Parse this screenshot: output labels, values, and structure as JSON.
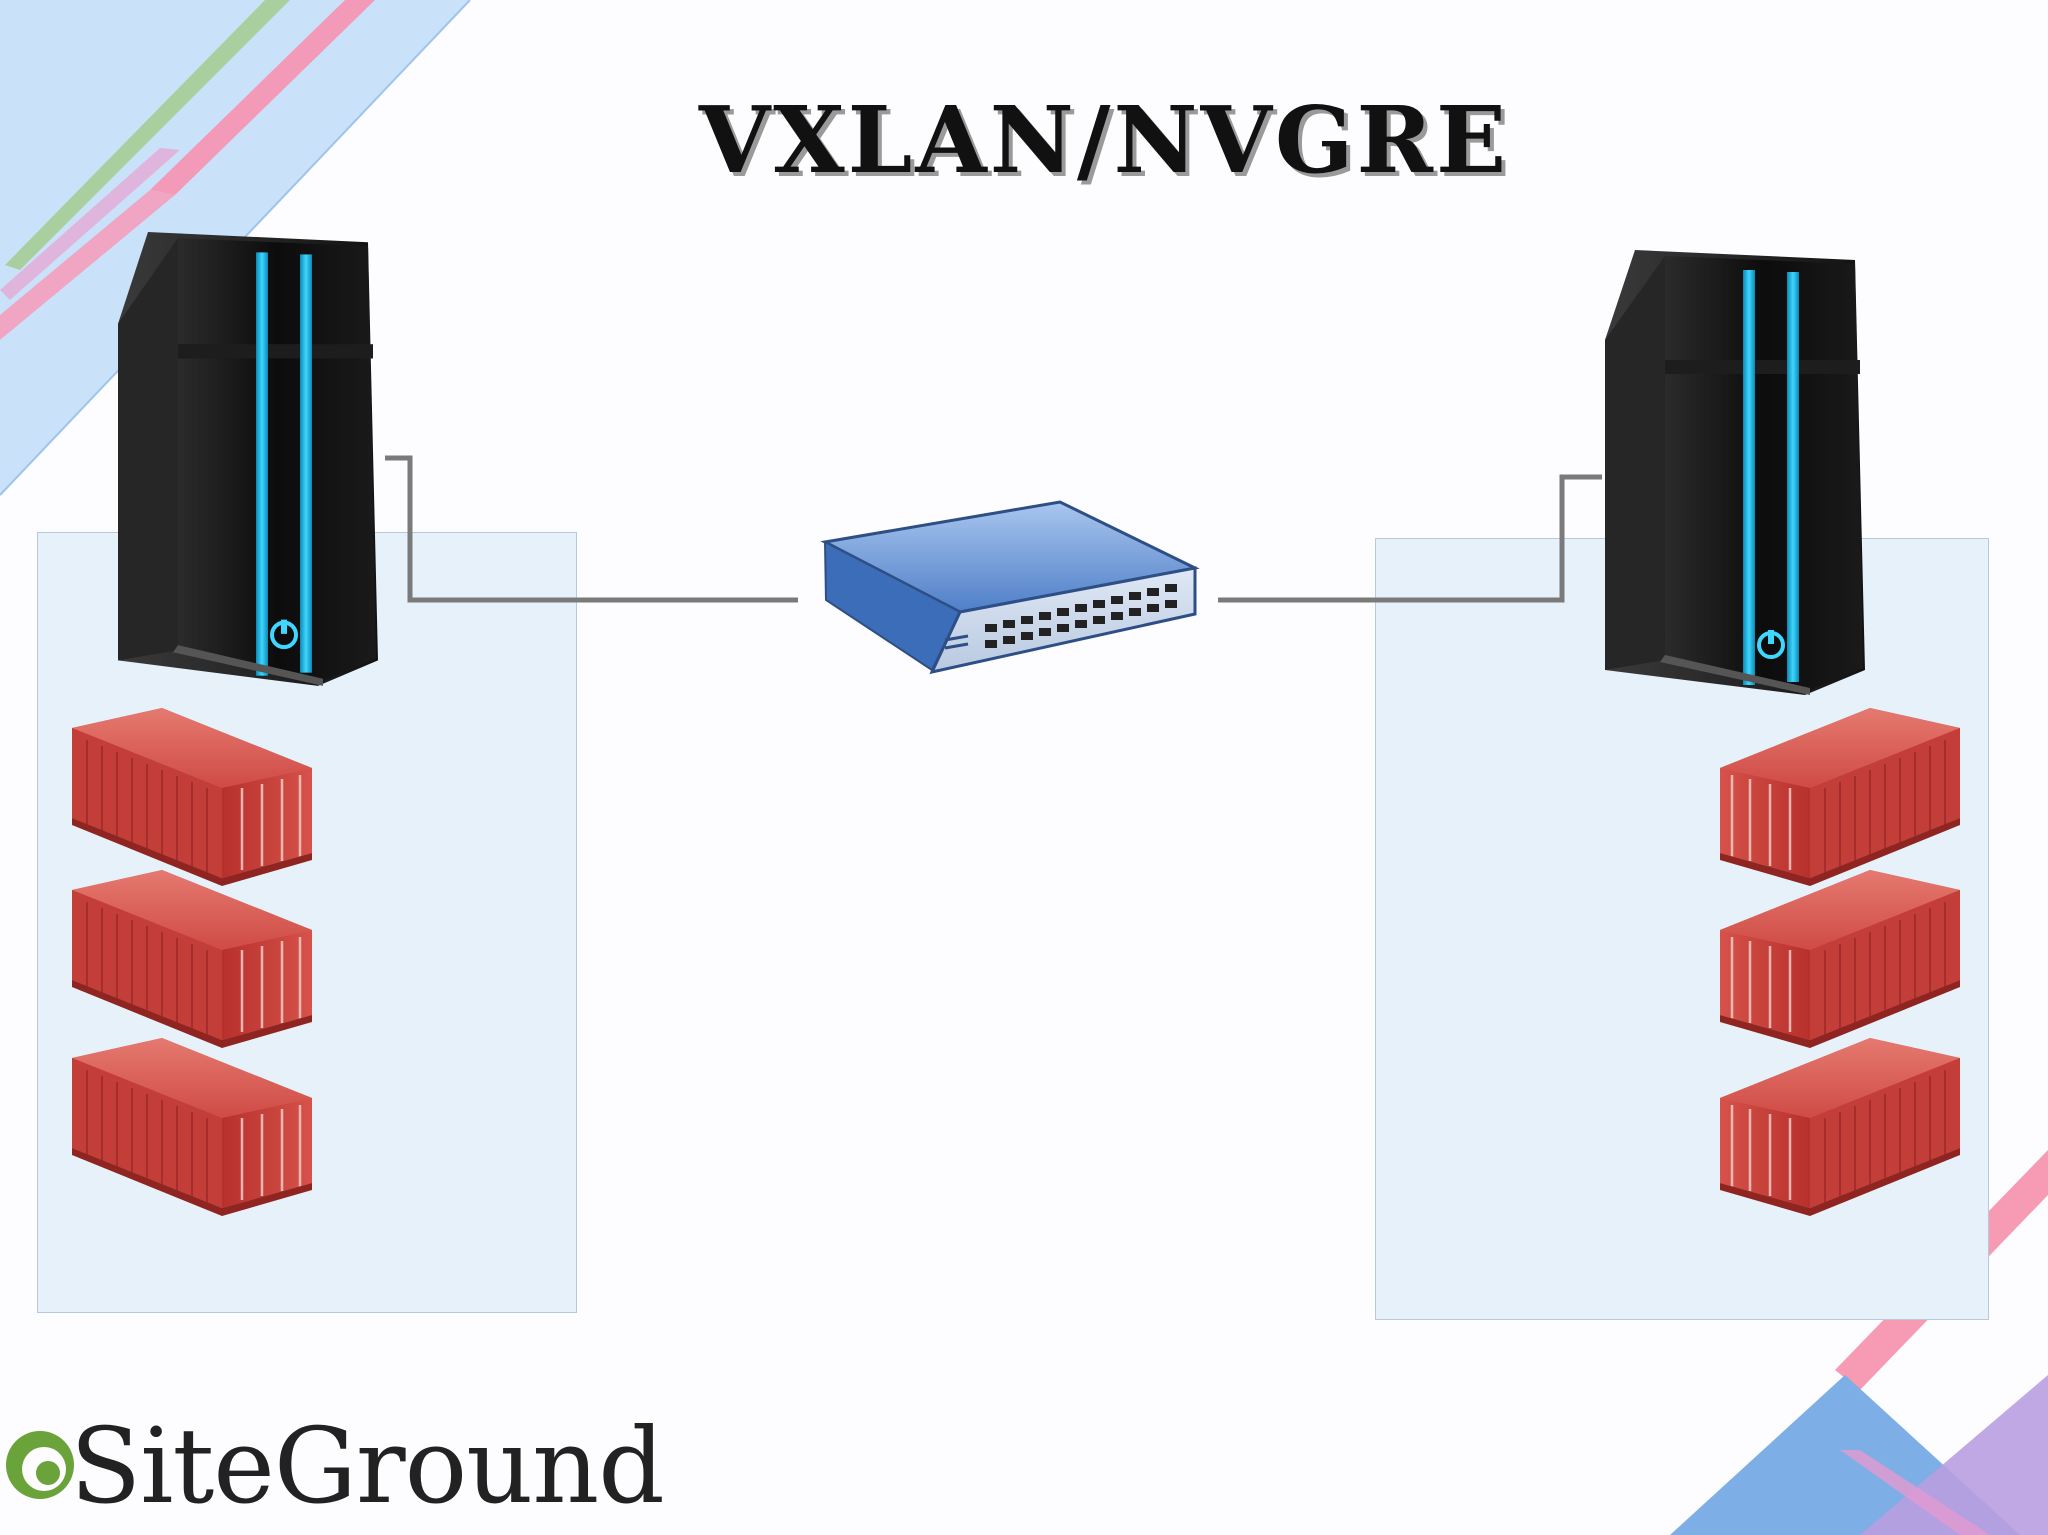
{
  "slide": {
    "title": "VXLAN/NVGRE",
    "brand": "SiteGround",
    "accent_colors": {
      "blue": "#bcdcf6",
      "pink": "#f08fb0",
      "green": "#9ec79a",
      "purple": "#b59be0",
      "deep_blue": "#7aa8e0",
      "container_red": "#c83a36",
      "server_stripe": "#1fc3f0",
      "link_gray": "#7a7a7a"
    }
  },
  "diagram": {
    "nodes": [
      {
        "id": "server-left",
        "icon": "server-tower-icon"
      },
      {
        "id": "server-right",
        "icon": "server-tower-icon"
      },
      {
        "id": "network-switch",
        "icon": "switch-icon"
      },
      {
        "id": "containers-left",
        "icon": "shipping-container-icon",
        "count": 3
      },
      {
        "id": "containers-right",
        "icon": "shipping-container-icon",
        "count": 3
      }
    ],
    "edges": [
      {
        "from": "server-left",
        "to": "network-switch"
      },
      {
        "from": "network-switch",
        "to": "server-right"
      }
    ]
  }
}
